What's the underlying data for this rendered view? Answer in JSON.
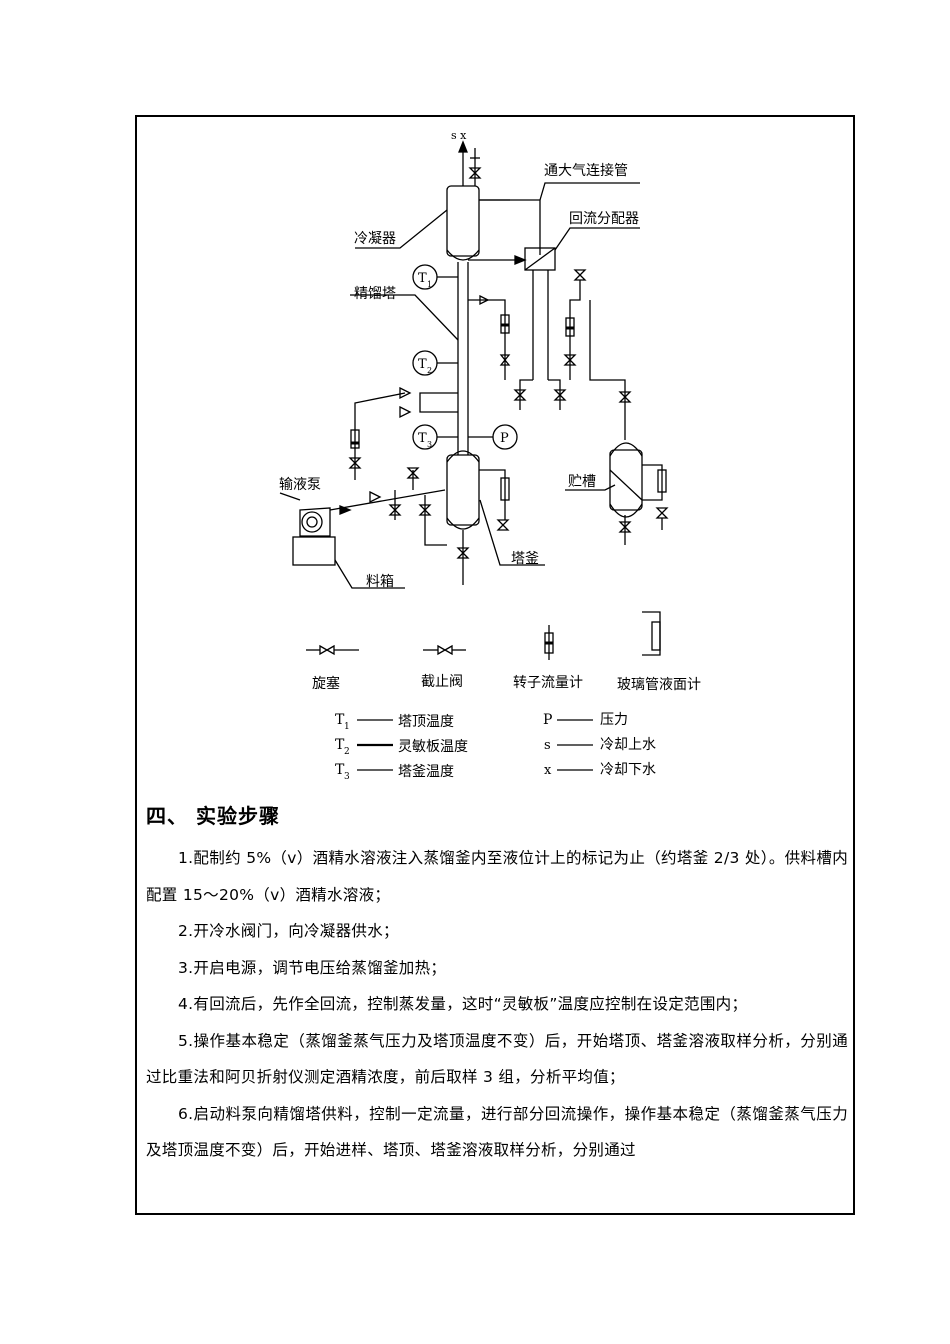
{
  "diagram": {
    "labels": {
      "sx": "s x",
      "vent_pipe": "通大气连接管",
      "condenser": "冷凝器",
      "reflux_splitter": "回流分配器",
      "column": "精馏塔",
      "feed_pump": "输液泵",
      "storage_tank": "贮槽",
      "reboiler": "塔釜",
      "feed_tank": "料箱",
      "t1": "T",
      "t1_sub": "1",
      "t2": "T",
      "t2_sub": "2",
      "t3": "T",
      "t3_sub": "3",
      "p": "P"
    },
    "symbols": {
      "plug_valve": "旋塞",
      "globe_valve": "截止阀",
      "rotameter": "转子流量计",
      "level_gauge": "玻璃管液面计"
    },
    "legend": {
      "t1_sym": "T",
      "t1_sub": "1",
      "t1_desc": "塔顶温度",
      "t2_sym": "T",
      "t2_sub": "2",
      "t2_desc": "灵敏板温度",
      "t3_sym": "T",
      "t3_sub": "3",
      "t3_desc": "塔釜温度",
      "p_sym": "P",
      "p_desc": "压力",
      "s_sym": "s",
      "s_desc": "冷却上水",
      "x_sym": "x",
      "x_desc": "冷却下水"
    }
  },
  "section": {
    "title": "四、 实验步骤"
  },
  "steps": [
    "1.配制约 5%（v）酒精水溶液注入蒸馏釜内至液位计上的标记为止（约塔釜 2/3 处）。供料槽内配置 15～20%（v）酒精水溶液；",
    "2.开冷水阀门，向冷凝器供水；",
    "3.开启电源，调节电压给蒸馏釜加热；",
    "4.有回流后，先作全回流，控制蒸发量，这时“灵敏板”温度应控制在设定范围内；",
    "5.操作基本稳定（蒸馏釜蒸气压力及塔顶温度不变）后，开始塔顶、塔釜溶液取样分析，分别通过比重法和阿贝折射仪测定酒精浓度，前后取样 3 组，分析平均值；",
    "6.启动料泵向精馏塔供料，控制一定流量，进行部分回流操作，操作基本稳定（蒸馏釜蒸气压力及塔顶温度不变）后，开始进样、塔顶、塔釜溶液取样分析，分别通过"
  ]
}
